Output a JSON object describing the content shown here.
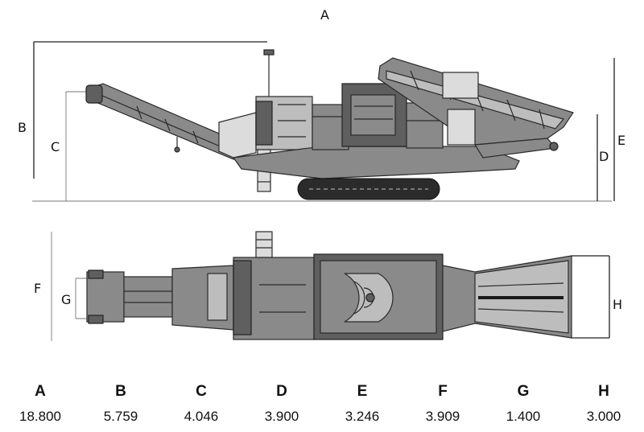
{
  "side_view_labels": {
    "A": "A",
    "B": "B",
    "C": "C",
    "D": "D",
    "E": "E"
  },
  "top_view_labels": {
    "F": "F",
    "G": "G",
    "H": "H"
  },
  "dimensions_table": {
    "keys": [
      "A",
      "B",
      "C",
      "D",
      "E",
      "F",
      "G",
      "H"
    ],
    "values": [
      "18.800",
      "5.759",
      "4.046",
      "3.900",
      "3.246",
      "3.909",
      "1.400",
      "3.000"
    ]
  },
  "colors": {
    "machine_body": "#8a8a8a",
    "machine_dark": "#5f5f5f",
    "line": "#222222"
  }
}
